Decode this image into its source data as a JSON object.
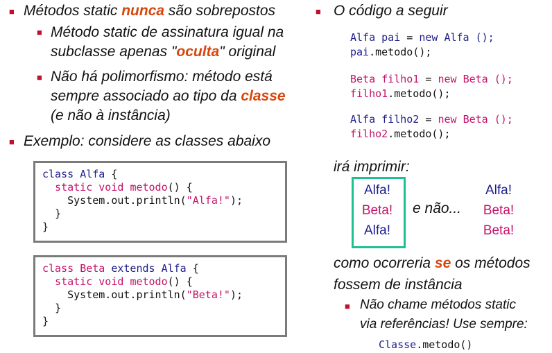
{
  "left": {
    "b1": {
      "pre": "Métodos static ",
      "em": "nunca",
      "post": " são sobrepostos"
    },
    "b1_sub1": {
      "l1": "Método static de assinatura igual na",
      "l2_pre": "subclasse apenas \"",
      "l2_em": "oculta",
      "l2_post": "\" original"
    },
    "b1_sub2": {
      "l1": "Não há polimorfismo: método está",
      "l2_pre": "sempre associado ao tipo da ",
      "l2_em": "classe",
      "l3": "(e não à instância)"
    },
    "b2": "Exemplo: considere as classes abaixo",
    "code1": {
      "kw_class": "class",
      "name": "Alfa",
      "brace": " {",
      "l2_kw": "static void",
      "l2_m": "metodo",
      "l2_rest": "() {",
      "l3_pre": "System.out.println(",
      "l3_str": "\"Alfa!\"",
      "l3_post": ");",
      "l4": "}",
      "l5": "}"
    },
    "code2": {
      "kw_class": "class",
      "name": "Beta",
      "ext": "extends",
      "parent": "Alfa",
      "brace": " {",
      "l2_kw": "static void",
      "l2_m": "metodo",
      "l2_rest": "() {",
      "l3_pre": "System.out.println(",
      "l3_str": "\"Beta!\"",
      "l3_post": ");",
      "l4": "}",
      "l5": "}"
    }
  },
  "right": {
    "b1": "O código a seguir",
    "snip1": {
      "t": "Alfa",
      "v": "pai",
      "eq": " = ",
      "n": "new",
      "c": "Alfa ();",
      "call_v": "pai",
      "call": ".metodo();"
    },
    "snip2": {
      "t": "Beta",
      "v": "filho1",
      "eq": " = ",
      "n": "new",
      "c": "Beta ();",
      "call_v": "filho1",
      "call": ".metodo();"
    },
    "snip3": {
      "t": "Alfa",
      "v": "filho2",
      "eq": " = ",
      "n": "new",
      "c": "Beta ();",
      "call_v": "filho2",
      "call": ".metodo();"
    },
    "imprimira": "irá imprimir:",
    "out1": [
      "Alfa!",
      "Beta!",
      "Alfa!"
    ],
    "enao": "e não...",
    "out2": [
      "Alfa!",
      "Beta!",
      "Beta!"
    ],
    "como_pre": "como ocorreria ",
    "como_em": "se",
    "como_post": " os métodos",
    "fossem": "fossem de instância",
    "sub1_l1": "Não chame métodos static",
    "sub1_l2": "via referências! Use sempre:",
    "classe_code": {
      "c": "Classe",
      "m": ".metodo()"
    }
  },
  "colors": {
    "bullet": "#c0102a",
    "emphasis": "#d8460b",
    "code_blue": "#1d1d8a",
    "code_pink": "#c5126a",
    "box_green": "#1fbf94",
    "box_gray": "#7b7b7b"
  }
}
